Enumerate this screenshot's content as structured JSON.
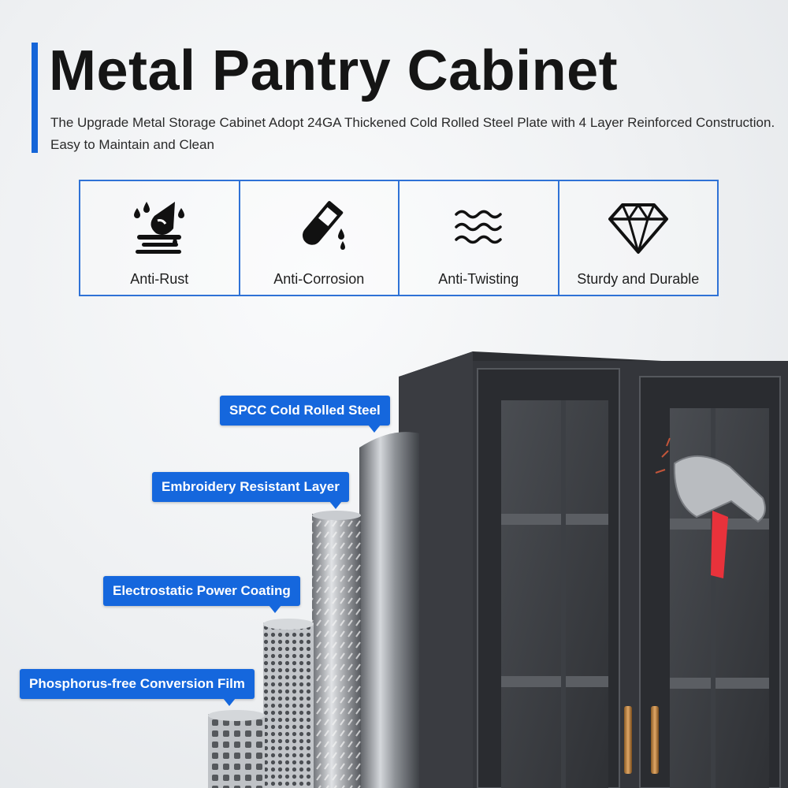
{
  "header": {
    "title": "Metal Pantry Cabinet",
    "subtitle": "The Upgrade Metal Storage Cabinet Adopt 24GA Thickened Cold Rolled Steel Plate with 4 Layer Reinforced Construction. Easy to Maintain and Clean",
    "accent_color": "#1565d8"
  },
  "features": [
    {
      "label": "Anti-Rust",
      "icon": "water-drop-rust-icon"
    },
    {
      "label": "Anti-Corrosion",
      "icon": "test-tube-icon"
    },
    {
      "label": "Anti-Twisting",
      "icon": "waves-icon"
    },
    {
      "label": "Sturdy and Durable",
      "icon": "diamond-icon"
    }
  ],
  "layers": [
    {
      "label": "SPCC Cold Rolled Steel"
    },
    {
      "label": "Embroidery Resistant Layer"
    },
    {
      "label": "Electrostatic Power Coating"
    },
    {
      "label": "Phosphorus-free Conversion Film"
    }
  ],
  "colors": {
    "tag_blue": "#1567dd",
    "cabinet": "#2e3034",
    "border_blue": "#2f72d6"
  }
}
